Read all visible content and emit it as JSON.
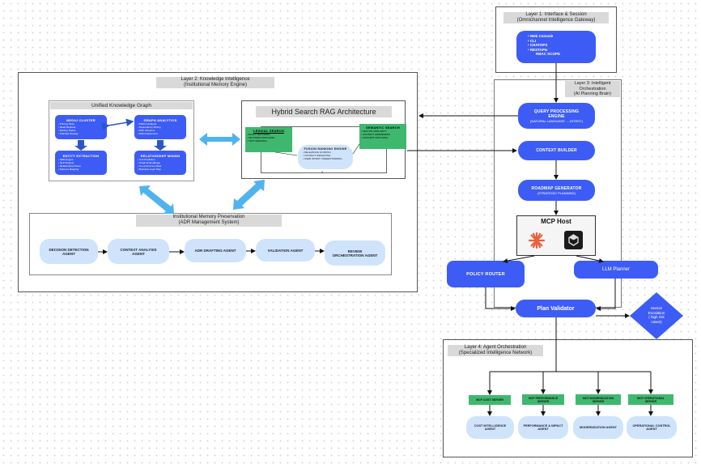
{
  "layer1": {
    "header": [
      "Layer 1: Interface & Session",
      "(Omnichannel Intelligence Gateway)"
    ],
    "channels": [
      "• Web Console",
      "• CLI",
      "• CHATOPS",
      "• RESTAPIs",
      "RBAC SCOPE"
    ]
  },
  "layer2": {
    "header": [
      "Layer 2: Knowledge Intelligence",
      "(Institutional Memory Engine)"
    ],
    "ukg": {
      "title": "Unified Knowledge Graph",
      "neo4j": {
        "title": "NEO4J CLUSTER",
        "items": [
          "• Primary Store",
          "• Read Replicas",
          "• Backup Nodes",
          "• Sharded Storage"
        ]
      },
      "graph": {
        "title": "GRAPH ANALYTICS",
        "items": [
          "• Pattern Analysis",
          "• Dependency Mining",
          "• Path Inference",
          "• Risk Assessment"
        ]
      },
      "entity": {
        "title": "ENTITY EXTRACTION",
        "items": [
          "• NER Engine",
          "• NLP Pipeline",
          "• Relationship Parser",
          "• Schema Mapping"
        ]
      },
      "rel": {
        "title": "RELATIONSHIP MINING",
        "items": [
          "• Link Prediction",
          "• Graph Embeddings",
          "• Co-occurrence Stats",
          "• Business Logic Map"
        ]
      }
    },
    "rag": {
      "title": "Hybrid Search RAG Architecture",
      "lexical": {
        "title": "LEXICAL SEARCH",
        "items": [
          "• EXACT MATCHING",
          "• KEYWORD MATCHING",
          "• TEXT INDEXING"
        ]
      },
      "semantic": {
        "title": "SEMANTIC SEARCH",
        "items": [
          "• VECTOR SIMILARITY",
          "• CONTEXT AWARENESS",
          "• CONCEPT MATCHING"
        ]
      },
      "fusion": {
        "title": "FUSION RANKING ENGINE",
        "items": [
          "• RELEVANCE SCORING",
          "• CONTEXT WEIGHTING",
          "• USER INTENT UNDERSTANDING"
        ]
      },
      "num": "5"
    },
    "imp": {
      "header": [
        "Institutional Memory Preservation",
        "(ADR Management System)"
      ],
      "agents": [
        [
          "DECISION DETECTION",
          "AGENT"
        ],
        [
          "CONTEXT ANALYSIS",
          "AGENT"
        ],
        [
          "ADR DRAFTING AGENT"
        ],
        [
          "VALIDATION AGENT"
        ],
        [
          "REVIEW",
          "ORCHESTRATION AGENT"
        ]
      ]
    }
  },
  "layer3": {
    "header": [
      "Layer 3: Intelligent",
      "Orchestration",
      "(AI Planning Brain)"
    ],
    "qpe": {
      "title": [
        "QUERY PROCESSING",
        "ENGINE"
      ],
      "sub": "(NATURAL LANGUAGE → INTENT)"
    },
    "ctx": {
      "title": "CONTEXT BUILDER"
    },
    "road": {
      "title": "ROADMAP GENERATOR",
      "sub": "(STRATEGIC PLANNING)"
    },
    "mcp": {
      "title": "MCP Host"
    },
    "policy": "POLICY ROUTER",
    "llm": "LLM Planner",
    "validator": "Plan Validator",
    "human": [
      "Human",
      "Escalation",
      "( high risk",
      "cases)"
    ]
  },
  "layer4": {
    "header": [
      "Layer 4: Agent Orchestration",
      "(Specialized Intelligence Network)"
    ],
    "servers": [
      {
        "server": [
          "MCP COST SERVER"
        ],
        "agent": [
          "COST INTELLIGENCE",
          "AGENT"
        ]
      },
      {
        "server": [
          "MCP PERFORMANCE",
          "SERVER"
        ],
        "agent": [
          "PERFORMANCE & IMPACT",
          "AGENT"
        ]
      },
      {
        "server": [
          "MCP MODERNIZATION",
          "SERVER"
        ],
        "agent": [
          "MODERNIZATION AGENT"
        ]
      },
      {
        "server": [
          "MCP OPERATIONAL",
          "SERVER"
        ],
        "agent": [
          "OPERATIONAL CONTROL",
          "AGENT"
        ]
      }
    ]
  },
  "colors": {
    "primary_blue": "#3d5cf5",
    "green": "#3fb86f",
    "light_blue": "#cfe4fb",
    "arrow_blue": "#4fb3ee",
    "header_gray": "#d9d9d9"
  }
}
